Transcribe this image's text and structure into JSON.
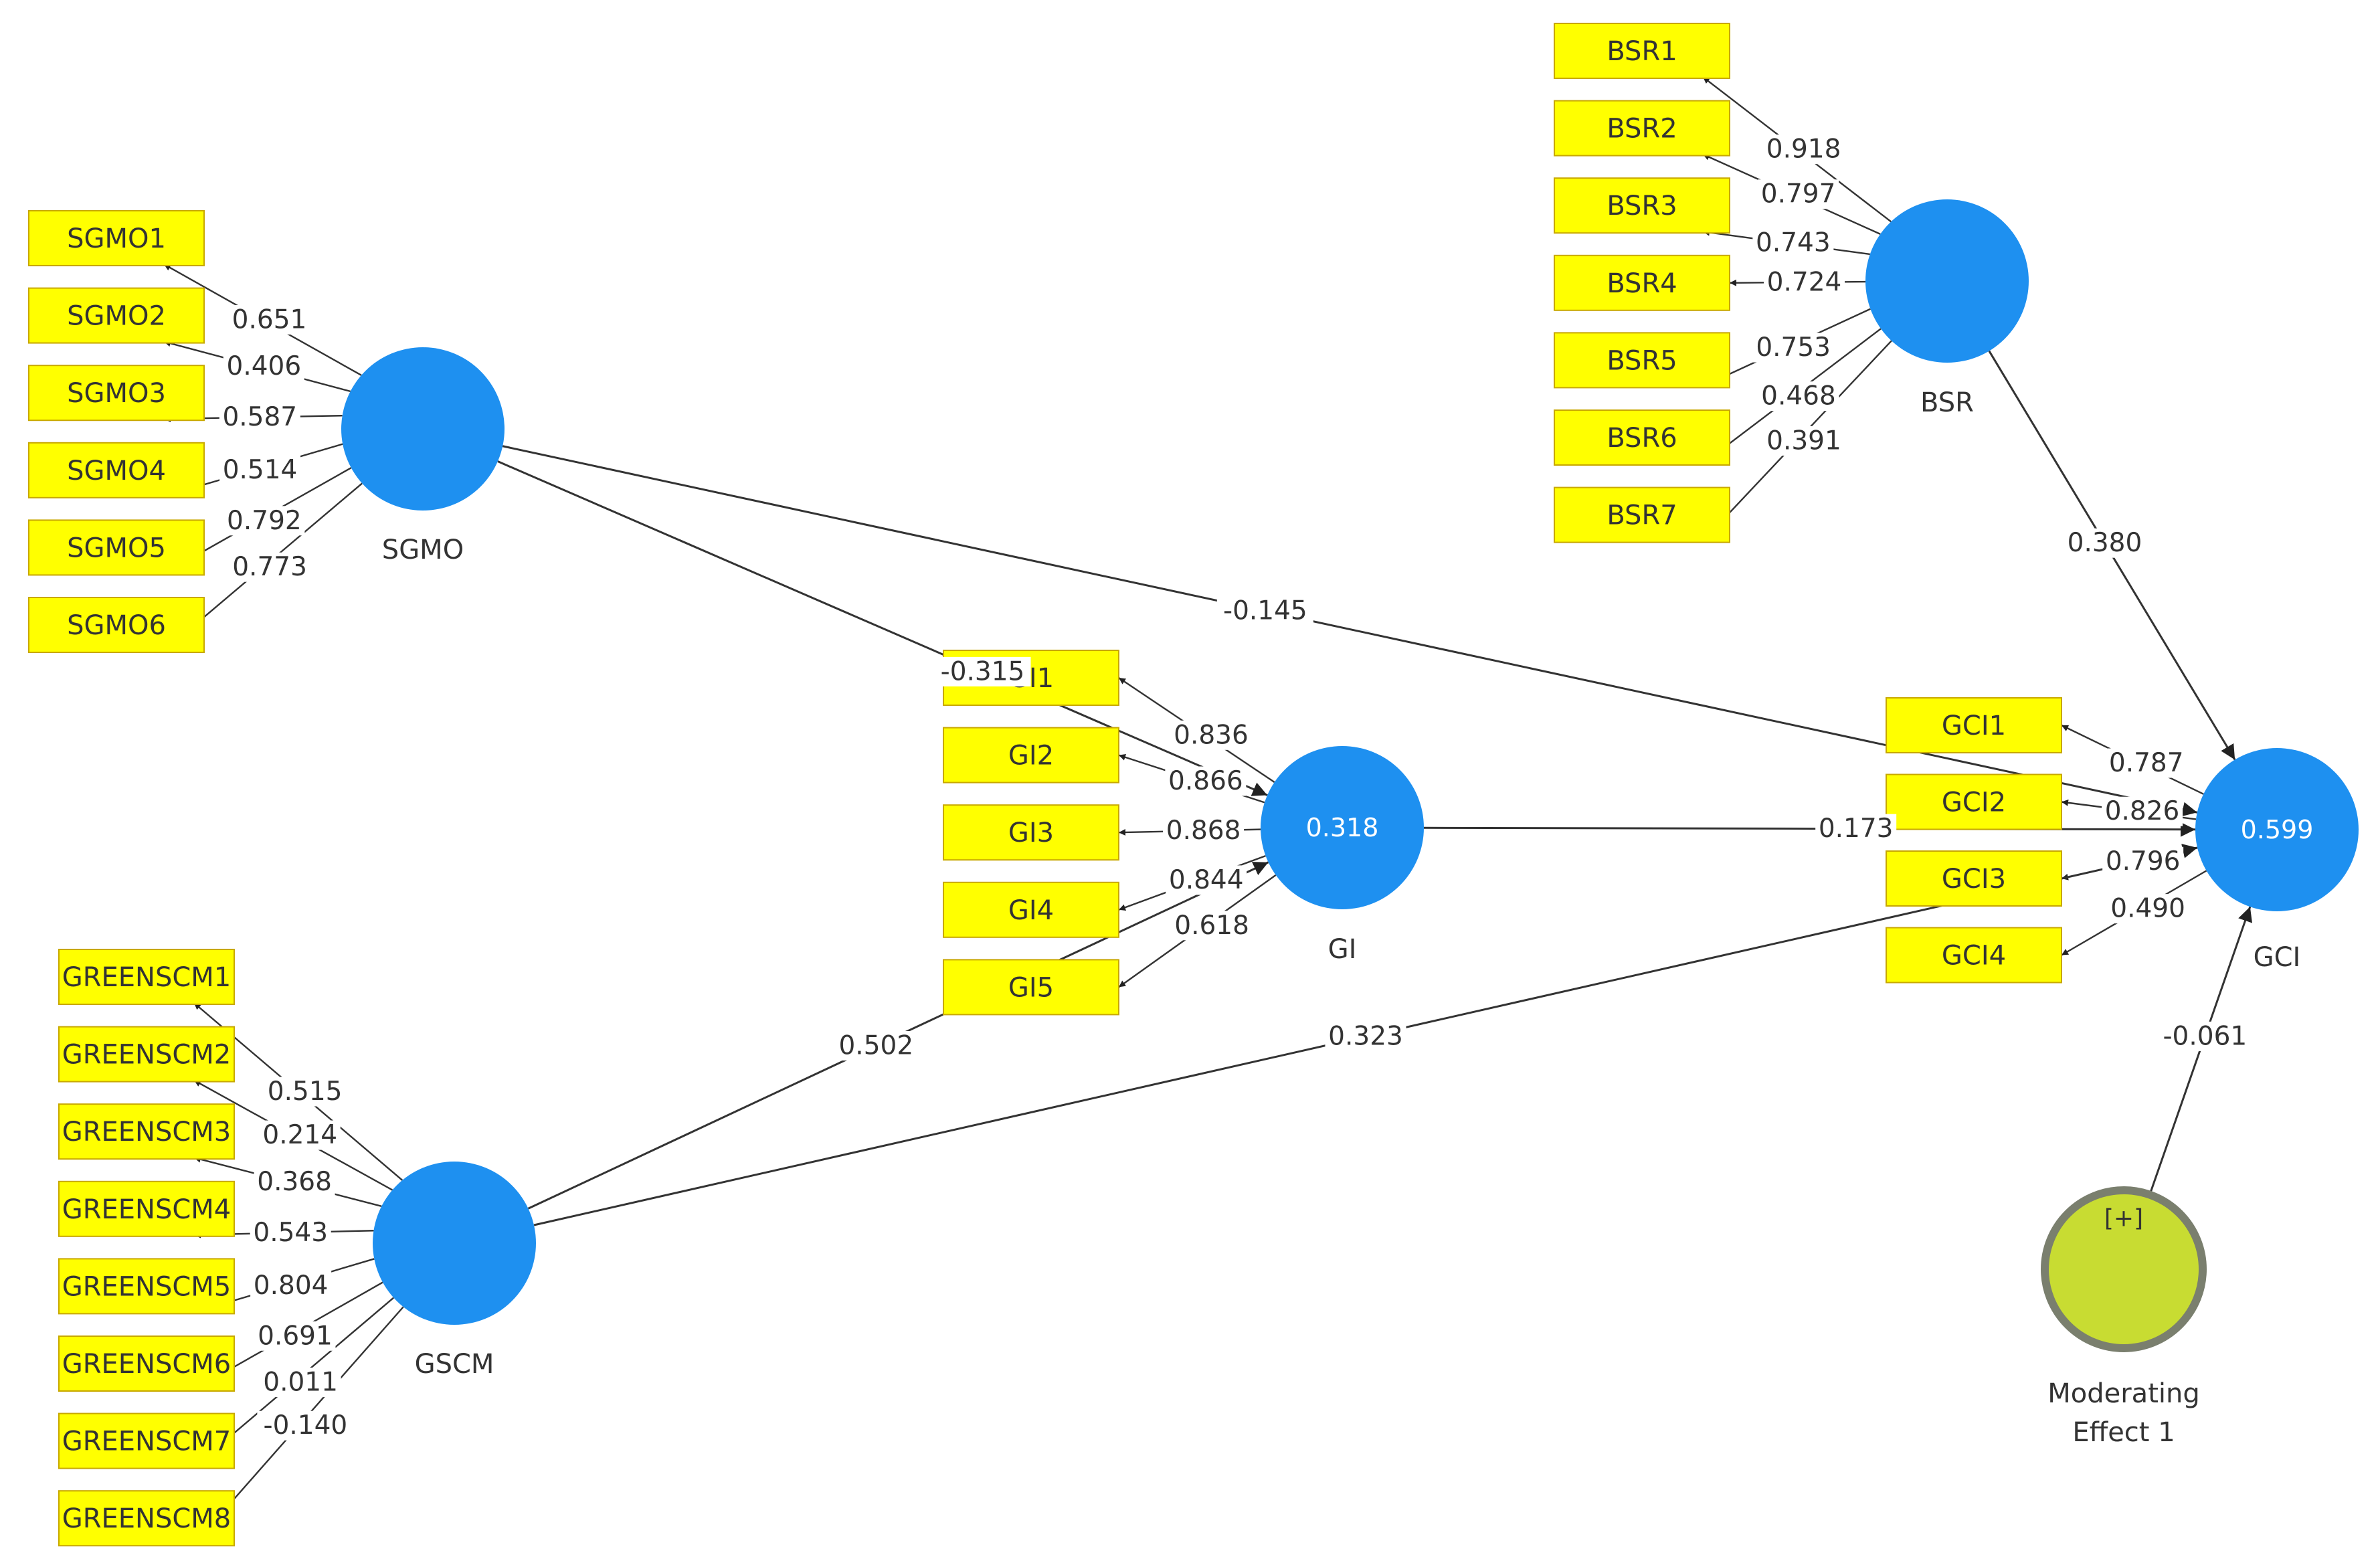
{
  "colors": {
    "latent_fill": "#1E90F0",
    "indicator_fill": "#FFFF00",
    "indicator_border": "#C8A800",
    "moderator_fill": "#C8DC32",
    "moderator_border": "#7A7F6E",
    "line": "#333333",
    "weight_bg": "#ffffff"
  },
  "latents": {
    "SGMO": {
      "label": "SGMO",
      "value": ""
    },
    "BSR": {
      "label": "BSR",
      "value": ""
    },
    "GI": {
      "label": "GI",
      "value": "0.318"
    },
    "GSCM": {
      "label": "GSCM",
      "value": ""
    },
    "GCI": {
      "label": "GCI",
      "value": "0.599"
    }
  },
  "moderator": {
    "label_line1": "Moderating",
    "label_line2": "Effect 1",
    "icon": "[+]"
  },
  "indicators": {
    "SGMO": [
      "SGMO1",
      "SGMO2",
      "SGMO3",
      "SGMO4",
      "SGMO5",
      "SGMO6"
    ],
    "BSR": [
      "BSR1",
      "BSR2",
      "BSR3",
      "BSR4",
      "BSR5",
      "BSR6",
      "BSR7"
    ],
    "GI": [
      "GI1",
      "GI2",
      "GI3",
      "GI4",
      "GI5"
    ],
    "GSCM": [
      "GREENSCM1",
      "GREENSCM2",
      "GREENSCM3",
      "GREENSCM4",
      "GREENSCM5",
      "GREENSCM6",
      "GREENSCM7",
      "GREENSCM8"
    ],
    "GCI": [
      "GCI1",
      "GCI2",
      "GCI3",
      "GCI4"
    ]
  },
  "outer_weights": {
    "SGMO": [
      "0.651",
      "0.406",
      "0.587",
      "0.514",
      "0.792",
      "0.773"
    ],
    "BSR": [
      "0.918",
      "0.797",
      "0.743",
      "0.724",
      "0.753",
      "0.468",
      "0.391"
    ],
    "GI": [
      "0.836",
      "0.866",
      "0.868",
      "0.844",
      "0.618"
    ],
    "GSCM": [
      "0.515",
      "0.214",
      "0.368",
      "0.543",
      "0.804",
      "0.691",
      "0.011",
      "-0.140"
    ],
    "GCI": [
      "0.787",
      "0.826",
      "0.796",
      "0.490"
    ]
  },
  "paths": {
    "SGMO_GI": "-0.315",
    "SGMO_GCI": "-0.145",
    "BSR_GCI": "0.380",
    "GI_GCI": "0.173",
    "GSCM_GI": "0.502",
    "GSCM_GCI": "0.323",
    "MOD_GCI": "-0.061"
  }
}
